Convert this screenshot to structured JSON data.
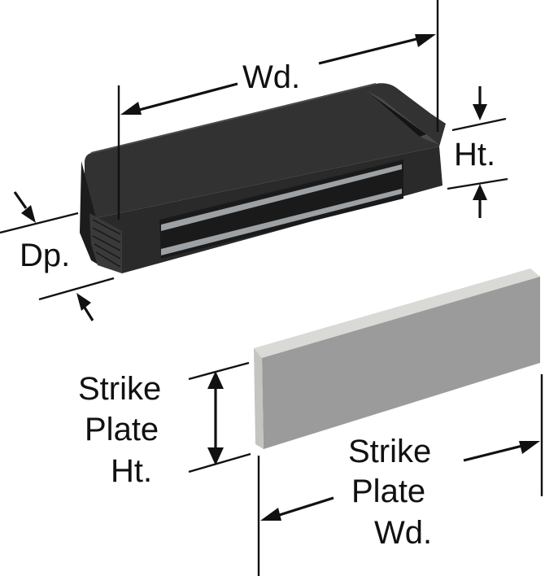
{
  "labels": {
    "width": "Wd.",
    "height": "Ht.",
    "depth": "Dp.",
    "strike_height": [
      "Strike",
      "Plate",
      "Ht."
    ],
    "strike_width": [
      "Strike",
      "Plate",
      "Wd."
    ]
  },
  "colors": {
    "catch_body": "#2a2a2a",
    "catch_top": "#323232",
    "metal_strip": "#9ea1a3",
    "plate_face": "#9b9b9b",
    "plate_edge": "#d9d9d6",
    "dimension": "#111111"
  }
}
